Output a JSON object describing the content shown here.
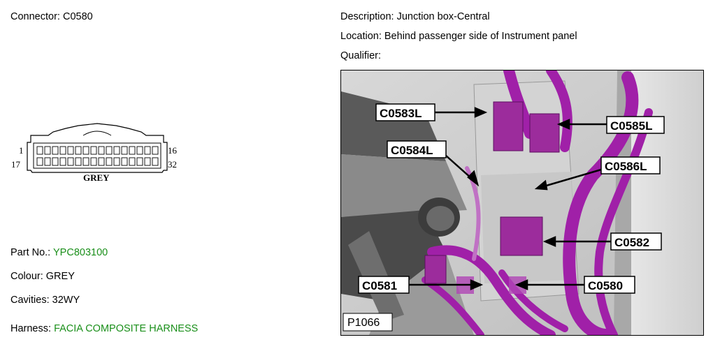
{
  "left": {
    "connector_label": "Connector:",
    "connector_value": "C0580",
    "part_no_label": "Part No.:",
    "part_no_value": "YPC803100",
    "colour_label": "Colour:",
    "colour_value": "GREY",
    "cavities_label": "Cavities:",
    "cavities_value": "32WY",
    "harness_label": "Harness:",
    "harness_value": "FACIA COMPOSITE HARNESS"
  },
  "right": {
    "description_label": "Description:",
    "description_value": "Junction box-Central",
    "location_label": "Location:",
    "location_value": "Behind passenger side of Instrument panel",
    "qualifier_label": "Qualifier:",
    "qualifier_value": ""
  },
  "connector_diagram": {
    "pin_top_left": "1",
    "pin_top_right": "16",
    "pin_bottom_left": "17",
    "pin_bottom_right": "32",
    "colour_caption": "GREY",
    "top_row_cavities": 16,
    "bottom_row_cavities": 16
  },
  "photo": {
    "callouts": [
      "C0583L",
      "C0585L",
      "C0584L",
      "C0586L",
      "C0582",
      "C0581",
      "C0580"
    ],
    "figure_id": "P1066"
  },
  "colors": {
    "link_green": "#1a8f1a",
    "harness_purple": "#a020a8",
    "connector_purple": "#9c2c9c"
  }
}
